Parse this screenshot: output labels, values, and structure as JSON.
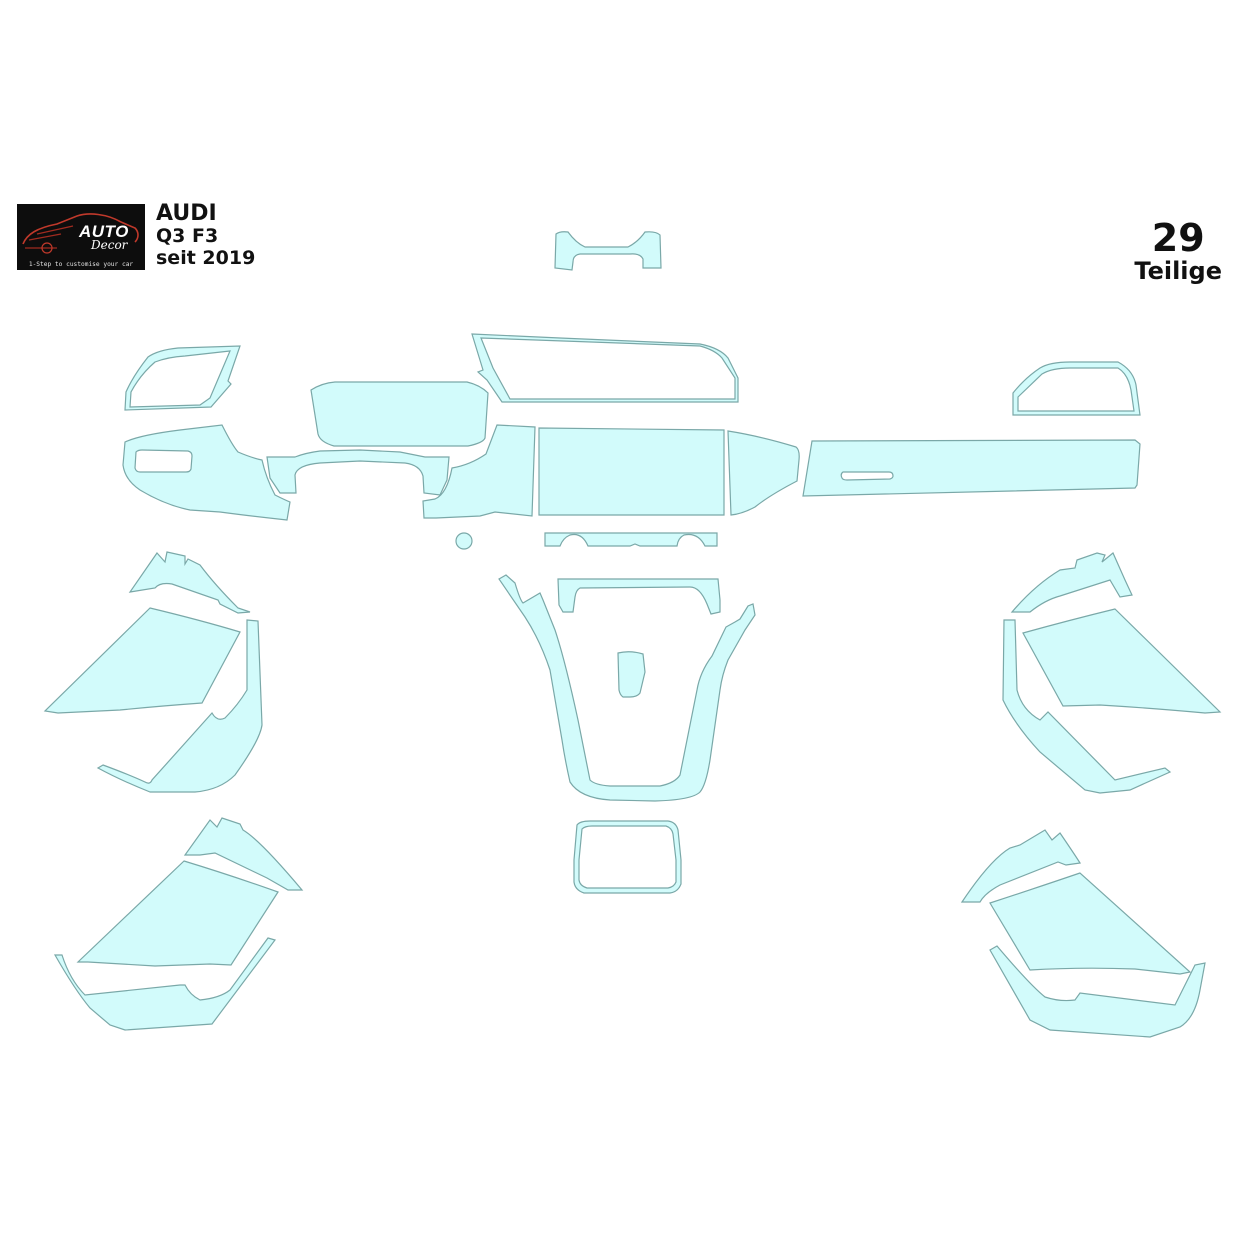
{
  "header": {
    "logo": {
      "brand_line1": "AUTO",
      "brand_line2": "Decor",
      "tagline": "1-Step to customise your car",
      "background_color": "#0d0d0d",
      "accent_color": "#c0392b"
    },
    "vehicle": {
      "make": "AUDI",
      "model": "Q3 F3",
      "since": "seit 2019"
    },
    "piece_count": {
      "number": "29",
      "label": "Teilige"
    }
  },
  "diagram": {
    "description": "Interior trim film cut layout",
    "fill_color": "#d2fbfb",
    "stroke_color": "#7aa8a8",
    "parts": [
      {
        "id": "top-center-bracket"
      },
      {
        "id": "left-vent-frame"
      },
      {
        "id": "instrument-cluster-screen"
      },
      {
        "id": "center-display-frame"
      },
      {
        "id": "right-vent-frame"
      },
      {
        "id": "left-dash-panel"
      },
      {
        "id": "steering-column-surround"
      },
      {
        "id": "center-dash-left-panel"
      },
      {
        "id": "center-console-large-panel"
      },
      {
        "id": "center-dash-right-panel"
      },
      {
        "id": "passenger-dash-strip"
      },
      {
        "id": "start-button-ring"
      },
      {
        "id": "climate-control-strip"
      },
      {
        "id": "console-left-rail"
      },
      {
        "id": "console-top-bridge"
      },
      {
        "id": "console-right-rail"
      },
      {
        "id": "gear-selector-cover"
      },
      {
        "id": "cupholder-frame"
      },
      {
        "id": "front-left-door-upper"
      },
      {
        "id": "front-left-door-panel"
      },
      {
        "id": "front-left-door-lower"
      },
      {
        "id": "rear-left-door-upper"
      },
      {
        "id": "rear-left-door-panel"
      },
      {
        "id": "rear-left-door-lower"
      },
      {
        "id": "front-right-door-upper"
      },
      {
        "id": "front-right-door-panel"
      },
      {
        "id": "front-right-door-lower"
      },
      {
        "id": "rear-right-door-upper"
      },
      {
        "id": "rear-right-door-panel"
      },
      {
        "id": "rear-right-door-lower"
      }
    ]
  }
}
